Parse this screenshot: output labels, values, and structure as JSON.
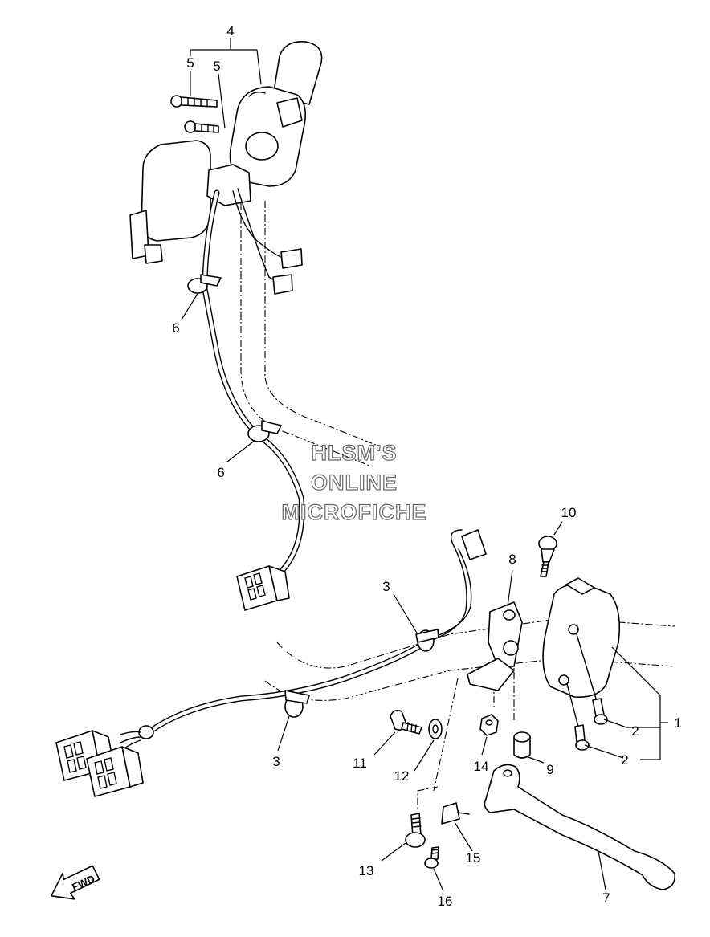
{
  "watermark": {
    "line1": "HLSM'S",
    "line2": "ONLINE",
    "line3": "MICROFICHE"
  },
  "direction_badge": {
    "label": "FWD",
    "icon": "forward-arrow-icon"
  },
  "callouts": {
    "c1": "1",
    "c2a": "2",
    "c2b": "2",
    "c3a": "3",
    "c3b": "3",
    "c4": "4",
    "c5a": "5",
    "c5b": "5",
    "c6a": "6",
    "c6b": "6",
    "c7": "7",
    "c8": "8",
    "c9": "9",
    "c10": "10",
    "c11": "11",
    "c12": "12",
    "c13": "13",
    "c14": "14",
    "c15": "15",
    "c16": "16"
  },
  "colors": {
    "line": "#000000",
    "background": "#ffffff",
    "watermark_outline": "#666666"
  }
}
